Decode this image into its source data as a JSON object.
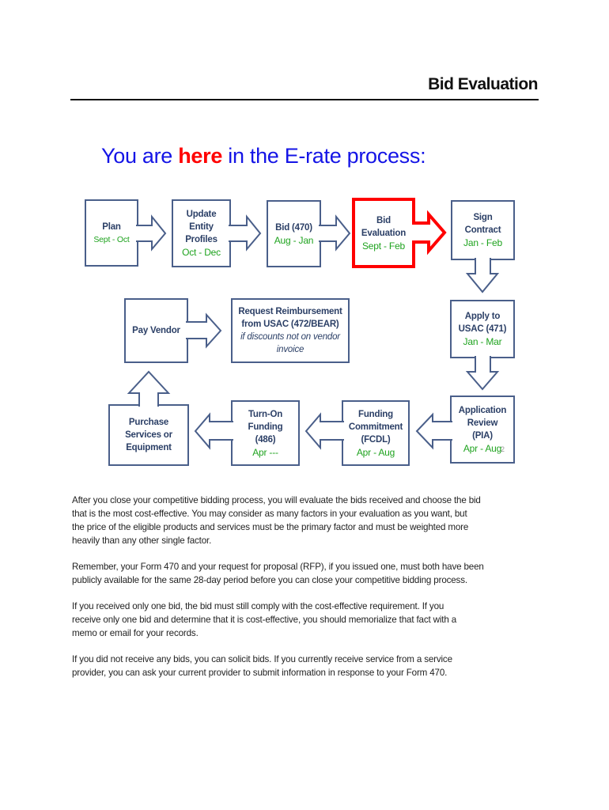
{
  "header": {
    "title": "Bid Evaluation"
  },
  "heading": {
    "before": "You are ",
    "highlight": "here",
    "after": " in the E-rate process:"
  },
  "colors": {
    "box_border": "#4a5f8a",
    "highlight": "#ff0000",
    "date": "#1fa31f",
    "heading": "#1414e6"
  },
  "flow": {
    "plan": {
      "lines": [
        "Plan"
      ],
      "date": "Sept - Oct"
    },
    "update": {
      "lines": [
        "Update",
        "Entity",
        "Profiles"
      ],
      "date": "Oct - Dec"
    },
    "bid": {
      "lines": [
        "Bid (470)"
      ],
      "date": "Aug - Jan"
    },
    "bideval": {
      "lines": [
        "Bid",
        "Evaluation"
      ],
      "date": "Sept - Feb"
    },
    "sign": {
      "lines": [
        "Sign",
        "Contract"
      ],
      "date": "Jan -  Feb"
    },
    "apply": {
      "lines": [
        "Apply to",
        "USAC (471)"
      ],
      "date": "Jan - Mar"
    },
    "review": {
      "lines": [
        "Application",
        "Review",
        "(PIA)"
      ],
      "date": "Apr - Aug"
    },
    "fcdl": {
      "lines": [
        "Funding",
        "Commitment",
        "(FCDL)"
      ],
      "date": "Apr - Aug"
    },
    "turnon": {
      "lines": [
        "Turn-On",
        "Funding",
        "(486)"
      ],
      "date": "Apr ---"
    },
    "purchase": {
      "lines": [
        "Purchase",
        "Services or",
        "Equipment"
      ]
    },
    "pay": {
      "lines": [
        "Pay Vendor"
      ]
    },
    "reimb": {
      "lines": [
        "Request Reimbursement",
        "from USAC (472/BEAR)"
      ],
      "note": [
        "if discounts not on vendor",
        "invoice"
      ]
    }
  },
  "page_number": "2",
  "paragraphs": [
    [
      "After you close your competitive bidding process, you will evaluate the bids received and choose the bid",
      "that is the most cost-effective.  You may consider as many factors in your evaluation as you want, but",
      "the price of the eligible products and services must be the primary factor and must be weighted more",
      "heavily than any other single factor."
    ],
    [
      "Remember, your Form 470 and your request for proposal (RFP), if you issued one, must both have been",
      "publicly available for the same 28-day period before you can close your competitive bidding process."
    ],
    [
      "If you received only one bid, the bid must still comply with the cost-effective requirement.  If you",
      "receive only one bid and determine that it is cost-effective, you should memorialize that fact with a",
      "memo or email for your records."
    ],
    [
      "If you did not receive any bids, you can solicit bids.  If you currently receive service from a service",
      "provider, you can ask your current provider to submit information in response to your Form 470."
    ]
  ]
}
